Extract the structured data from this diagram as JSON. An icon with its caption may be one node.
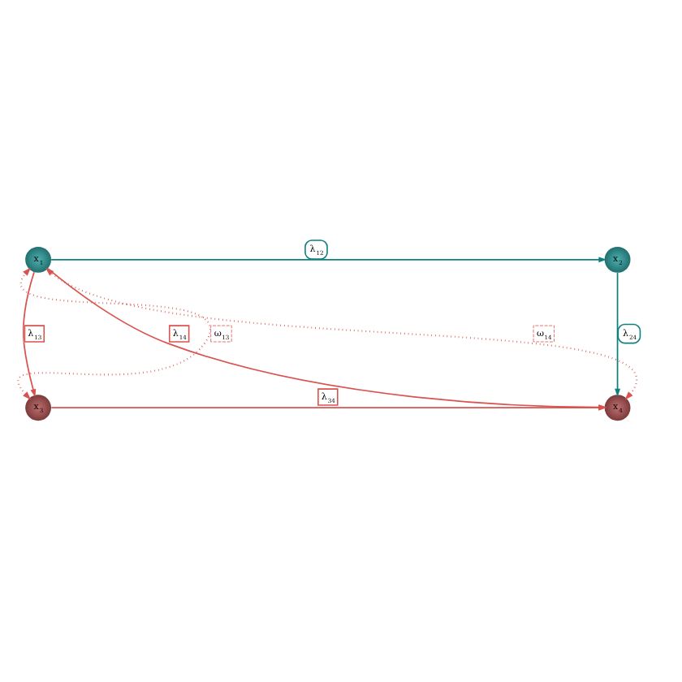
{
  "diagram": {
    "nodes": [
      {
        "text": [
          "x$_{1}$"
        ]
      },
      {
        "text": [
          "x$_{2}$"
        ]
      },
      {
        "text": [
          "x$_{3}$"
        ]
      },
      {
        "text": [
          "x$_{4}$"
        ]
      }
    ],
    "edges": [
      {
        "from": 0,
        "to": 1,
        "arrow": "to",
        "label": "λ$_{12}$",
        "color": "#0f7f7f"
      },
      {
        "from": 1,
        "to": 3,
        "arrow": "to",
        "label": "λ$_{24}$",
        "color": "#0f7f7f"
      },
      {
        "from": 0,
        "to": 2,
        "arrow": "to",
        "label": "λ$_{13}$"
      },
      {
        "from": 0,
        "to": 3,
        "arrow": "to",
        "label": "λ$_{14}$"
      },
      {
        "from": 2,
        "to": 3,
        "arrow": "to",
        "label": "λ$_{34}$"
      },
      {
        "from": 2,
        "to": 0,
        "arrow": "both",
        "label": "ω$_{13}$",
        "style": "dashed"
      },
      {
        "from": 3,
        "to": 0,
        "arrow": "both",
        "label": "ω$_{14}$",
        "style": "dashed"
      }
    ]
  }
}
